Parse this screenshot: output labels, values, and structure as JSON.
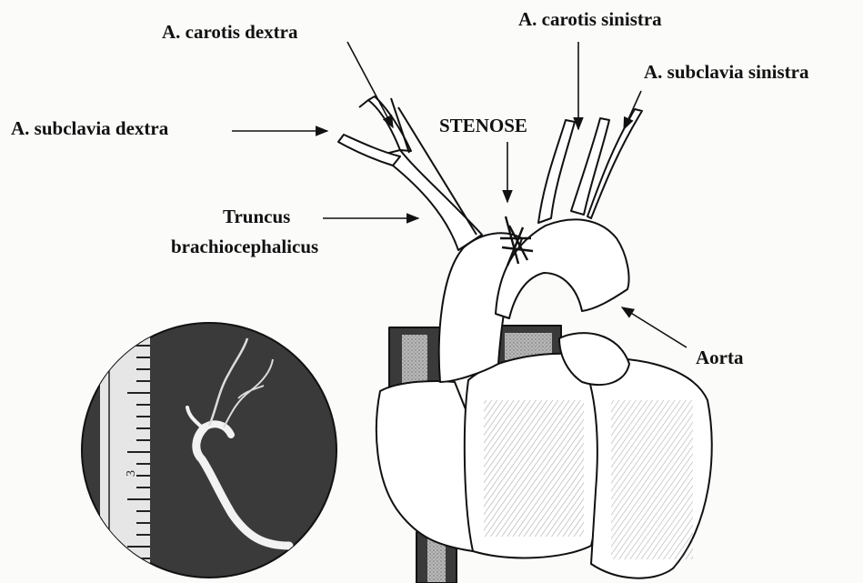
{
  "labels": {
    "carotis_dextra": "A. carotis dextra",
    "carotis_sinistra": "A. carotis sinistra",
    "subclavia_sinistra": "A. subclavia sinistra",
    "subclavia_dextra": "A. subclavia dextra",
    "stenose": "STENOSE",
    "truncus_line1": "Truncus",
    "truncus_line2": "brachiocephalicus",
    "aorta": "Aorta"
  },
  "inset": {
    "scale_marks": [
      "3"
    ]
  },
  "colors": {
    "ink": "#111111",
    "inset_background": "#3a3a3a",
    "vessel_fill": "#ffffff",
    "shading": "#8a8a8a"
  }
}
